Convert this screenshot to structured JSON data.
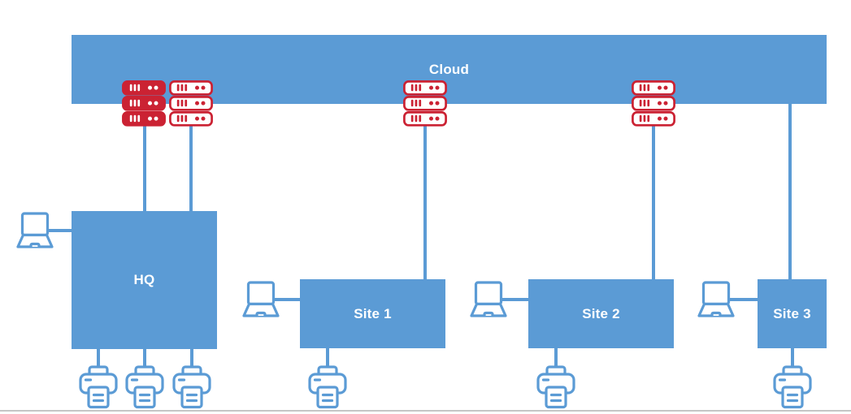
{
  "diagram": {
    "cloud": {
      "label": "Cloud"
    },
    "hq": {
      "label": "HQ"
    },
    "sites": [
      {
        "label": "Site 1"
      },
      {
        "label": "Site 2"
      },
      {
        "label": "Site 3"
      }
    ]
  },
  "colors": {
    "node_fill": "#5b9bd5",
    "connector": "#5b9bd5",
    "server_red": "#cb2233",
    "label_text": "#ffffff",
    "page_line": "#c6c6c6",
    "background": "#ffffff"
  },
  "icons": {
    "server_stack_solid": "rack-server stack (3 units), solid red with white markings",
    "server_stack_outline": "rack-server stack (3 units), red outline on white",
    "laptop": "laptop outline icon, blue",
    "printer": "printer outline icon, blue"
  }
}
